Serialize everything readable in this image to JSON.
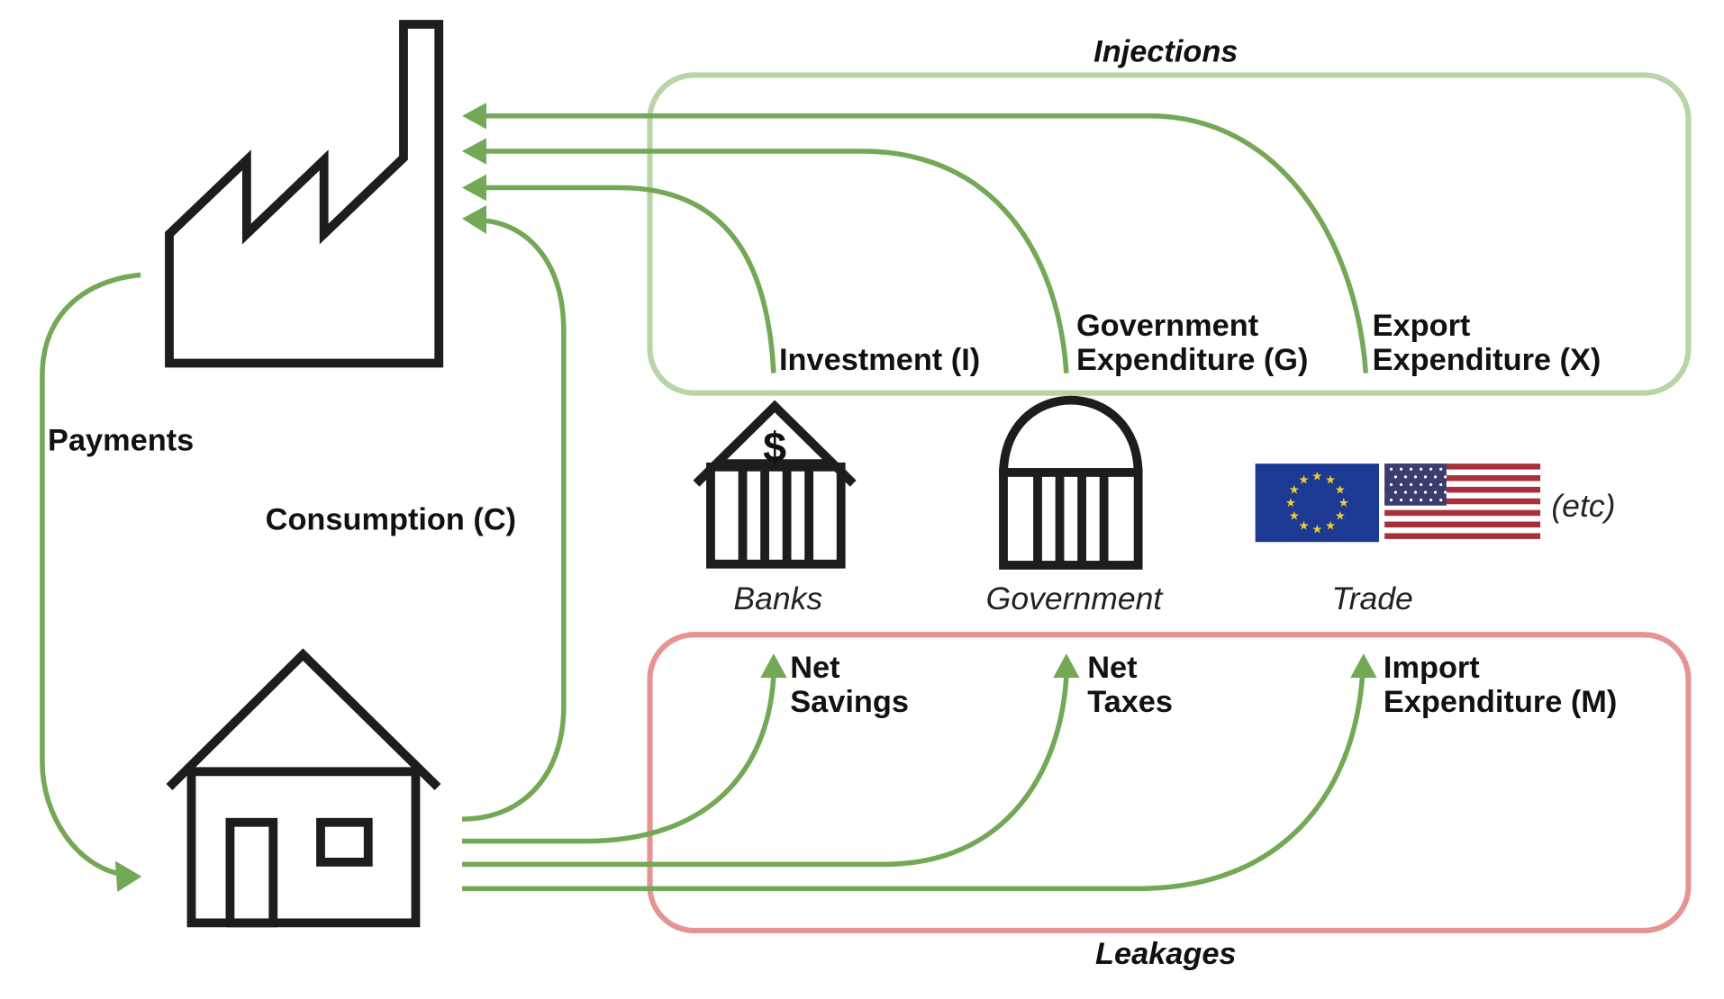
{
  "title": "Circular flow of income with injections and leakages",
  "colors": {
    "flow": "#72a856",
    "injections_box": "#b8d4a8",
    "leakages_box": "#e69394",
    "icon": "#1e1c1c"
  },
  "groups": {
    "injections": "Injections",
    "leakages": "Leakages"
  },
  "flows": {
    "payments": "Payments",
    "consumption": "Consumption (C)"
  },
  "injections": [
    {
      "line1": "Investment (I)",
      "line2": ""
    },
    {
      "line1": "Government",
      "line2": "Expenditure (G)"
    },
    {
      "line1": "Export",
      "line2": "Expenditure (X)"
    }
  ],
  "leakages": [
    {
      "line1": "Net",
      "line2": "Savings"
    },
    {
      "line1": "Net",
      "line2": "Taxes"
    },
    {
      "line1": "Import",
      "line2": "Expenditure (M)"
    }
  ],
  "sectors": {
    "banks": "Banks",
    "government": "Government",
    "trade": "Trade",
    "trade_etc": "(etc)",
    "bank_symbol": "$"
  },
  "nodes": {
    "firms": "factory-icon",
    "households": "house-icon"
  }
}
